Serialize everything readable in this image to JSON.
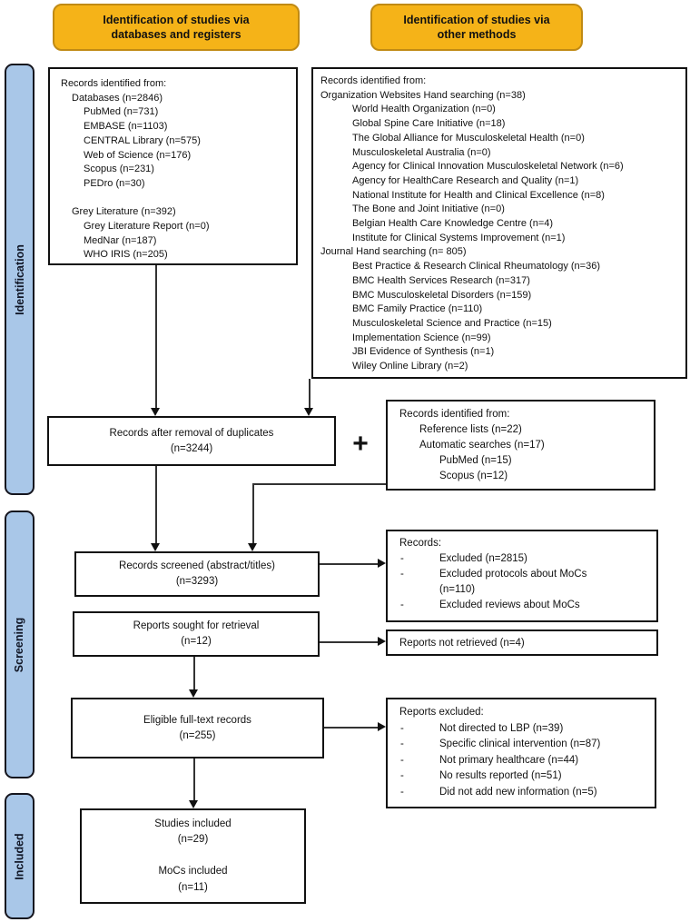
{
  "banners": {
    "databases": {
      "line1": "Identification of studies via",
      "line2": "databases and registers"
    },
    "other": {
      "line1": "Identification of studies via",
      "line2": "other methods"
    }
  },
  "sidebar": {
    "identification": "Identification",
    "screening": "Screening",
    "included": "Included"
  },
  "plus": "+",
  "colors": {
    "banner_fill": "#F5B318",
    "banner_border": "#C08A14",
    "sidebar_fill": "#A9C7E8",
    "sidebar_border": "#15151e"
  },
  "boxes": {
    "databases": {
      "lines": [
        {
          "t": "Records identified from:",
          "i": 0
        },
        {
          "t": "Databases (n=2846)",
          "i": 1
        },
        {
          "t": "PubMed (n=731)",
          "i": 2
        },
        {
          "t": "EMBASE (n=1103)",
          "i": 2
        },
        {
          "t": "CENTRAL Library (n=575)",
          "i": 2
        },
        {
          "t": "Web of Science (n=176)",
          "i": 2
        },
        {
          "t": "Scopus (n=231)",
          "i": 2
        },
        {
          "t": "PEDro (n=30)",
          "i": 2
        },
        {
          "t": "",
          "i": 0
        },
        {
          "t": "Grey Literature (n=392)",
          "i": 1
        },
        {
          "t": "Grey Literature Report (n=0)",
          "i": 2
        },
        {
          "t": "MedNar (n=187)",
          "i": 2
        },
        {
          "t": "WHO IRIS (n=205)",
          "i": 2
        }
      ]
    },
    "other_methods": {
      "lines": [
        {
          "t": "Records identified from:",
          "i": 0
        },
        {
          "t": "Organization Websites Hand searching (n=38)",
          "i": 0
        },
        {
          "t": "World Health Organization (n=0)",
          "i": 1
        },
        {
          "t": "Global Spine Care Initiative (n=18)",
          "i": 1
        },
        {
          "t": "The Global Alliance for Musculoskeletal Health (n=0)",
          "i": 1
        },
        {
          "t": "Musculoskeletal Australia (n=0)",
          "i": 1
        },
        {
          "t": "Agency for Clinical Innovation Musculoskeletal Network (n=6)",
          "i": 1
        },
        {
          "t": "Agency for HealthCare Research and Quality (n=1)",
          "i": 1
        },
        {
          "t": "National Institute for Health and Clinical Excellence (n=8)",
          "i": 1
        },
        {
          "t": "The Bone and Joint Initiative (n=0)",
          "i": 1
        },
        {
          "t": "Belgian Health Care Knowledge Centre (n=4)",
          "i": 1
        },
        {
          "t": "Institute for Clinical Systems Improvement (n=1)",
          "i": 1
        },
        {
          "t": "Journal Hand searching (n= 805)",
          "i": 0
        },
        {
          "t": "Best Practice & Research Clinical Rheumatology (n=36)",
          "i": 1
        },
        {
          "t": "BMC Health Services Research (n=317)",
          "i": 1
        },
        {
          "t": "BMC Musculoskeletal Disorders (n=159)",
          "i": 1
        },
        {
          "t": "BMC Family Practice (n=110)",
          "i": 1
        },
        {
          "t": "Musculoskeletal Science and Practice (n=15)",
          "i": 1
        },
        {
          "t": "Implementation Science (n=99)",
          "i": 1
        },
        {
          "t": "JBI Evidence of Synthesis (n=1)",
          "i": 1
        },
        {
          "t": "Wiley Online Library (n=2)",
          "i": 1
        }
      ]
    },
    "duplicates": {
      "line1": "Records after removal of duplicates",
      "line2": "(n=3244)"
    },
    "other_records": {
      "lines": [
        {
          "t": "Records identified from:",
          "i": 0
        },
        {
          "t": "Reference lists (n=22)",
          "i": 1
        },
        {
          "t": "Automatic searches (n=17)",
          "i": 1
        },
        {
          "t": "PubMed (n=15)",
          "i": 2
        },
        {
          "t": "Scopus (n=12)",
          "i": 2
        }
      ]
    },
    "screened": {
      "line1": "Records screened (abstract/titles)",
      "line2": "(n=3293)"
    },
    "records_excluded": {
      "title": "Records:",
      "items": [
        {
          "d": "-",
          "t": "Excluded (n=2815)"
        },
        {
          "d": "-",
          "t": "Excluded protocols about MoCs"
        },
        {
          "d": "",
          "t": "(n=110)"
        },
        {
          "d": "-",
          "t": "Excluded reviews about MoCs"
        }
      ]
    },
    "sought": {
      "line1": "Reports sought for retrieval",
      "line2": "(n=12)"
    },
    "not_retrieved": {
      "text": "Reports not retrieved (n=4)"
    },
    "eligible": {
      "line1": "Eligible full-text records",
      "line2": "(n=255)"
    },
    "reports_excluded": {
      "title": "Reports excluded:",
      "items": [
        {
          "d": "-",
          "t": "Not directed to LBP (n=39)"
        },
        {
          "d": "-",
          "t": "Specific clinical intervention (n=87)"
        },
        {
          "d": "-",
          "t": "Not primary healthcare (n=44)"
        },
        {
          "d": "-",
          "t": "No results reported (n=51)"
        },
        {
          "d": "-",
          "t": "Did not add new information (n=5)"
        }
      ]
    },
    "included": {
      "lines": [
        "Studies included",
        "(n=29)",
        "",
        "MoCs included",
        "(n=11)"
      ]
    }
  }
}
